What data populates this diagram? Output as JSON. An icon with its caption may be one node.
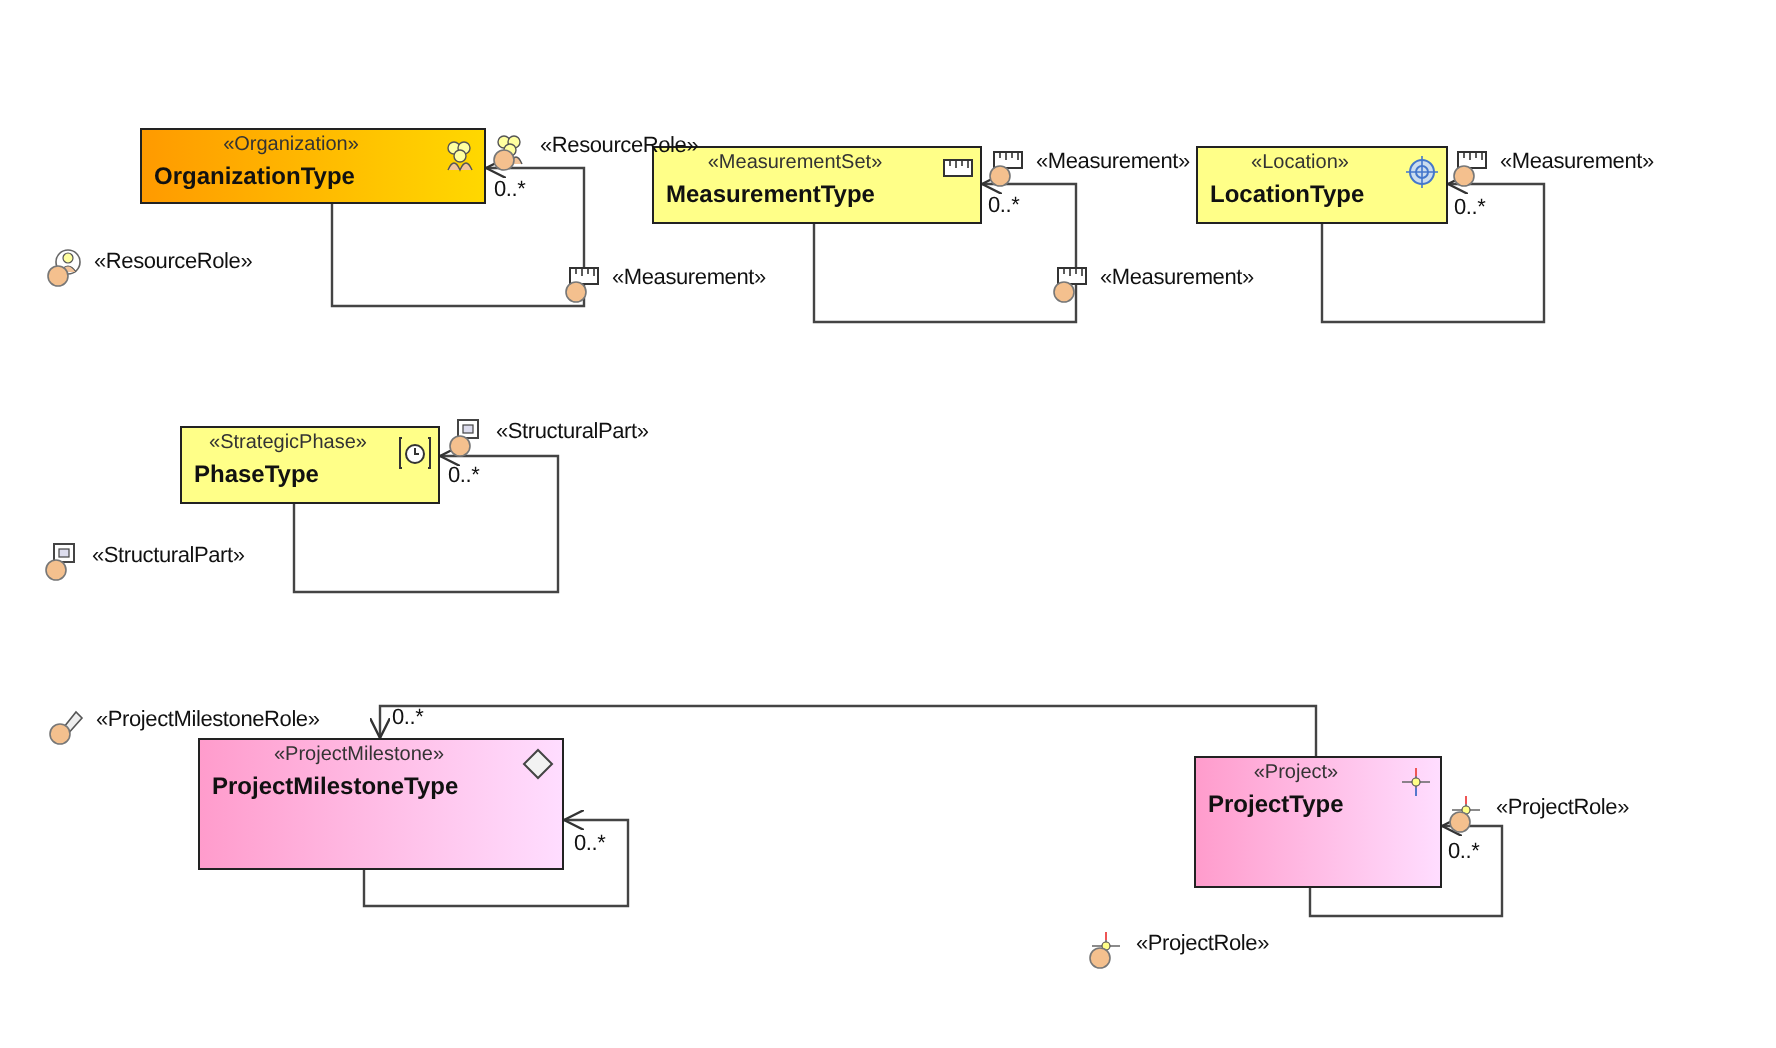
{
  "diagram": {
    "nodes": [
      {
        "text": [
          "«Organization»",
          "OrganizationType"
        ]
      },
      {
        "text": [
          "«MeasurementSet»",
          "MeasurementType"
        ]
      },
      {
        "text": [
          "«Location»",
          "LocationType"
        ]
      },
      {
        "text": [
          "«StrategicPhase»",
          "PhaseType"
        ]
      },
      {
        "text": [
          "«ProjectMilestone»",
          "ProjectMilestoneType"
        ]
      },
      {
        "text": [
          "«Project»",
          "ProjectType"
        ]
      }
    ],
    "edges": [
      {
        "from": 0,
        "to": 0,
        "arrow": "to"
      },
      {
        "from": 1,
        "to": 1,
        "arrow": "to"
      },
      {
        "from": 2,
        "to": 2,
        "arrow": "to"
      },
      {
        "from": 3,
        "to": 3,
        "arrow": "to"
      },
      {
        "from": 4,
        "to": 4,
        "arrow": "to"
      },
      {
        "from": 5,
        "to": 4,
        "arrow": "to"
      },
      {
        "from": 5,
        "to": 5,
        "arrow": "to"
      }
    ],
    "labels": [
      "«ResourceRole»",
      "«Measurement»",
      "«Measurement»",
      "0..*",
      "0..*",
      "0..*",
      "«ResourceRole»",
      "«Measurement»",
      "«Measurement»",
      "«StructuralPart»",
      "0..*",
      "«StructuralPart»",
      "«ProjectMilestoneRole»",
      "0..*",
      "0..*",
      "«ProjectRole»",
      "0..*",
      "«ProjectRole»"
    ]
  }
}
